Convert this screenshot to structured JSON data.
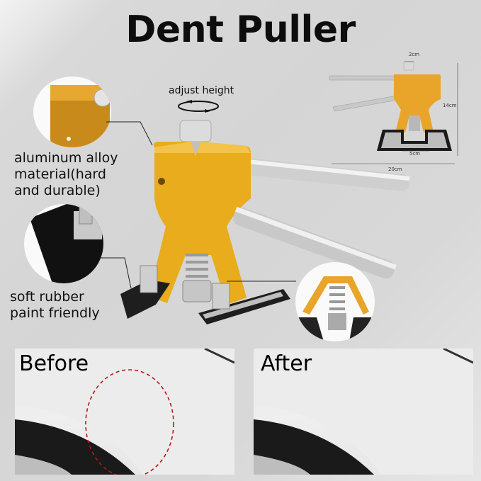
{
  "header": {
    "title": "Dent Puller"
  },
  "callouts": {
    "adjust_height": "adjust height",
    "material": [
      "aluminum alloy",
      "material(hard",
      "and durable)"
    ],
    "rubber": [
      "soft rubber",
      "paint friendly"
    ]
  },
  "dimensions": {
    "top_width": "2cm",
    "height": "14cm",
    "base_width": "5cm",
    "total_length": "20cm"
  },
  "comparison": {
    "before_label": "Before",
    "after_label": "After"
  },
  "colors": {
    "gold": "#e8ac1c",
    "highlight_red": "#b11a1a",
    "background": "#d6d6d6"
  }
}
